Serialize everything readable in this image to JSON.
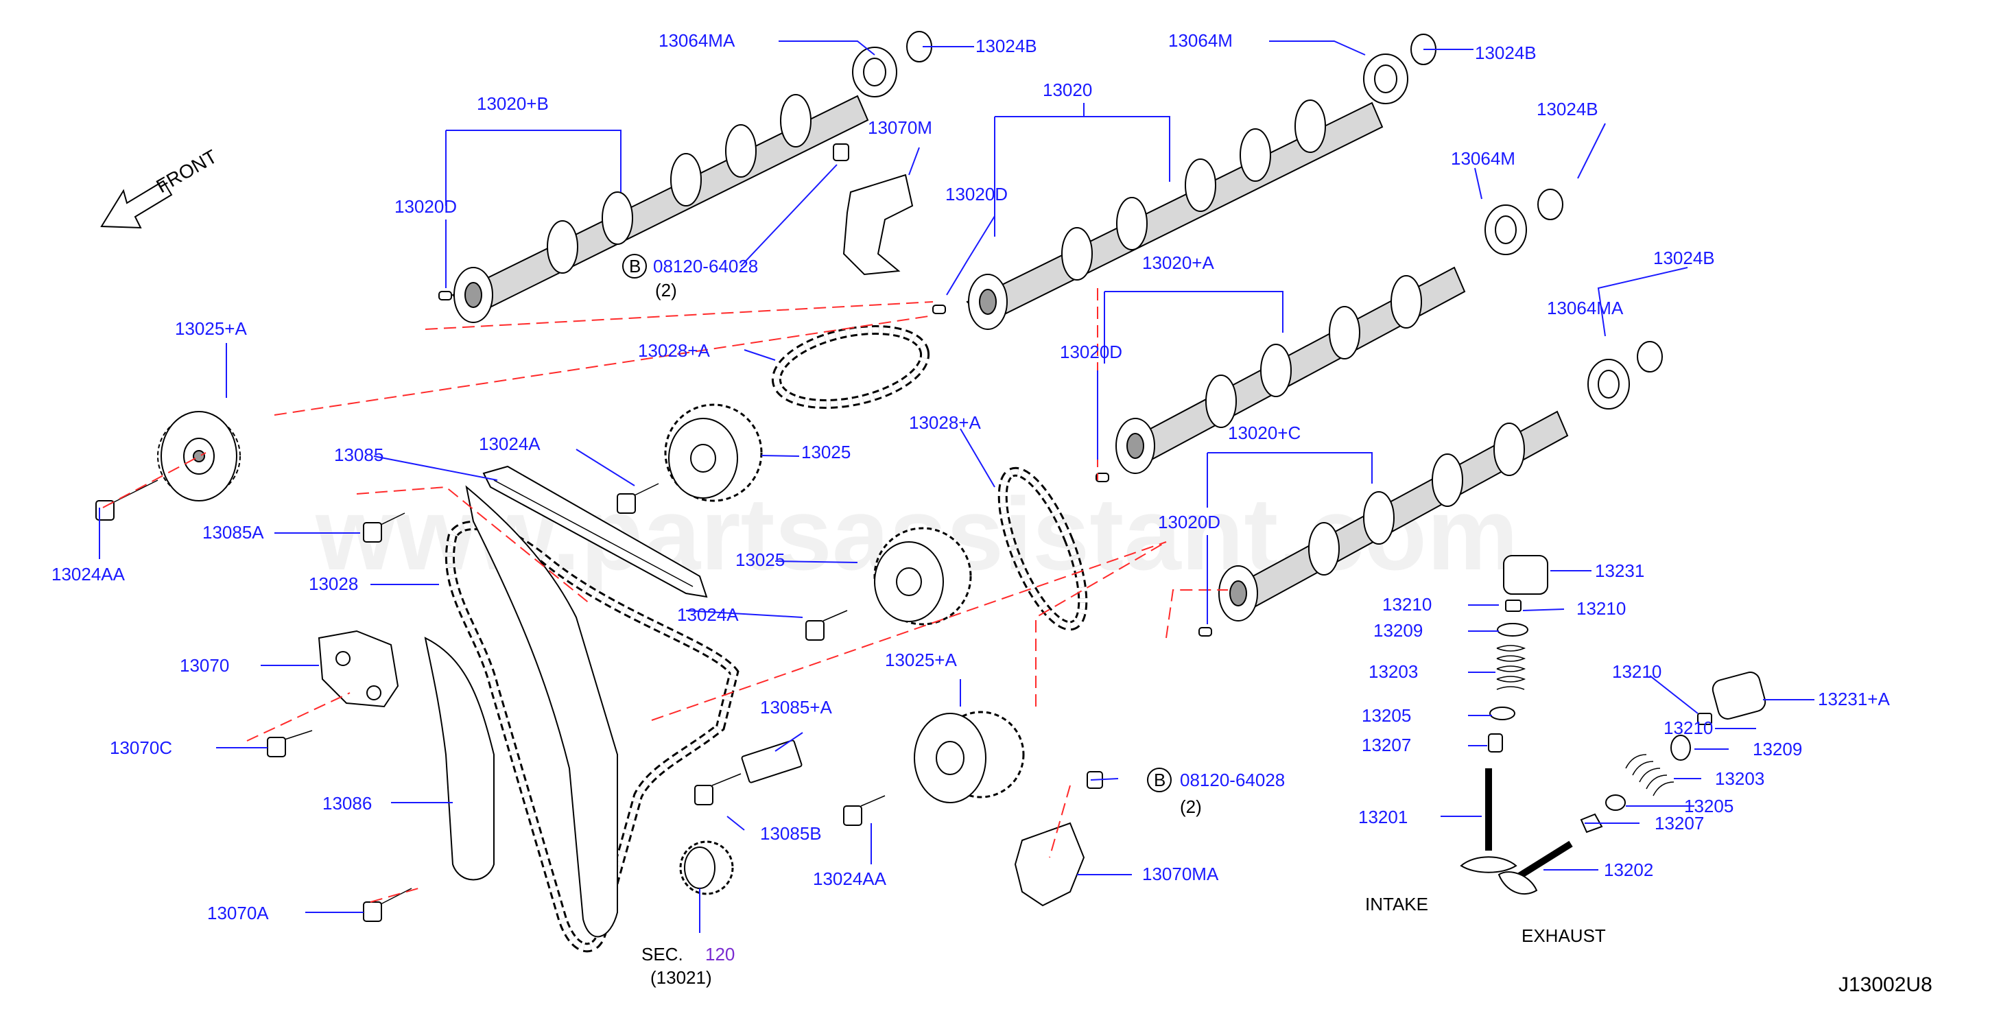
{
  "watermark": "www.partsassistant.com",
  "front_label": "FRONT",
  "diagram_code": "J13002U8",
  "notes": {
    "intake": "INTAKE",
    "exhaust": "EXHAUST",
    "sec_prefix": "SEC.",
    "sec_number": "120",
    "sec_sub": "(13021)",
    "bolt_circle": "B",
    "qty_2": "(2)"
  },
  "part_labels": {
    "p13064MA_top": "13064MA",
    "p13024B_1": "13024B",
    "p13064M_top": "13064M",
    "p13024B_2": "13024B",
    "p13020B": "13020+B",
    "p13020": "13020",
    "p13070M": "13070M",
    "p13024B_3": "13024B",
    "p13064M_2": "13064M",
    "p13020D_1": "13020D",
    "p13020D_2": "13020D",
    "p08120_1": "08120-64028",
    "p13020A": "13020+A",
    "p13024B_4": "13024B",
    "p13025A_1": "13025+A",
    "p13028A_1": "13028+A",
    "p13064MA_2": "13064MA",
    "p13020D_3": "13020D",
    "p13028A_2": "13028+A",
    "p13020C": "13020+C",
    "p13085": "13085",
    "p13024A_1": "13024A",
    "p13025_1": "13025",
    "p13085A_1": "13085A",
    "p13020D_4": "13020D",
    "p13024AA_1": "13024AA",
    "p13028": "13028",
    "p13025_2": "13025",
    "p13231": "13231",
    "p13210_1": "13210",
    "p13210_2": "13210",
    "p13024A_2": "13024A",
    "p13209_1": "13209",
    "p13070": "13070",
    "p13025A_2": "13025+A",
    "p13203_1": "13203",
    "p13210_3": "13210",
    "p13231A": "13231+A",
    "p13085A_2": "13085+A",
    "p13205_1": "13205",
    "p13210_4": "13210",
    "p13070C": "13070C",
    "p13207_1": "13207",
    "p13209_2": "13209",
    "p08120_2": "08120-64028",
    "p13203_2": "13203",
    "p13086": "13086",
    "p13205_2": "13205",
    "p13201": "13201",
    "p13085B": "13085B",
    "p13207_2": "13207",
    "p13024AA_2": "13024AA",
    "p13070MA": "13070MA",
    "p13202": "13202",
    "p13070A": "13070A"
  }
}
